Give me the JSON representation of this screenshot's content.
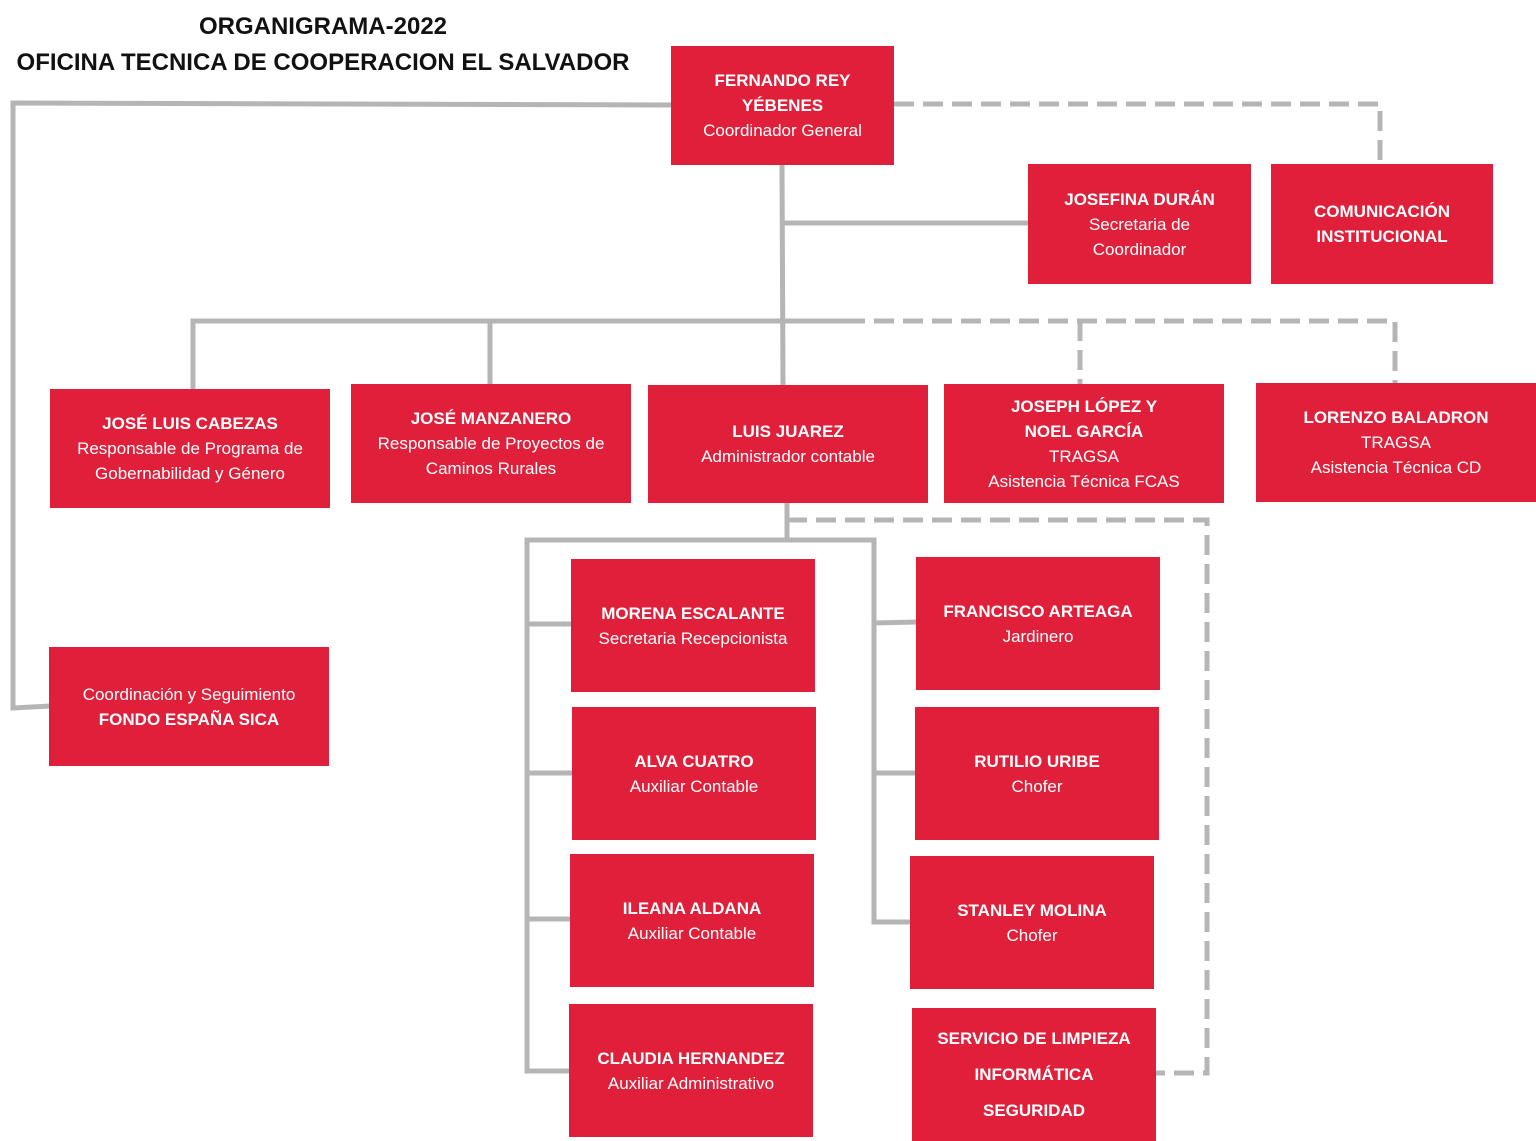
{
  "title": {
    "line1": "ORGANIGRAMA-2022",
    "line2": "OFICINA TECNICA DE COOPERACION EL SALVADOR"
  },
  "colors": {
    "box_fill": "#e0203a",
    "box_text": "#ffffff",
    "connector": "#b5b5b5"
  },
  "nodes": {
    "coordinator": {
      "name": "FERNANDO REY YÉBENES",
      "role": "Coordinador General"
    },
    "secretary": {
      "name": "JOSEFINA DURÁN",
      "role": "Secretaria de Coordinador"
    },
    "communication": {
      "name": "COMUNICACIÓN INSTITUCIONAL"
    },
    "cabezas": {
      "name": "JOSÉ LUIS CABEZAS",
      "role": "Responsable de Programa de Gobernabilidad y Género"
    },
    "manzanero": {
      "name": "JOSÉ MANZANERO",
      "role": "Responsable de Proyectos de Caminos Rurales"
    },
    "juarez": {
      "name": "LUIS JUAREZ",
      "role": "Administrador contable"
    },
    "lopez_garcia": {
      "name": "JOSEPH LÓPEZ Y NOEL GARCÍA",
      "org": "TRAGSA",
      "role": "Asistencia Técnica FCAS"
    },
    "baladron": {
      "name": "LORENZO BALADRON",
      "org": "TRAGSA",
      "role": "Asistencia Técnica CD"
    },
    "fondo": {
      "role": "Coordinación y Seguimiento",
      "name": "FONDO ESPAÑA SICA"
    },
    "escalante": {
      "name": "MORENA ESCALANTE",
      "role": "Secretaria Recepcionista"
    },
    "cuatro": {
      "name": "ALVA CUATRO",
      "role": "Auxiliar Contable"
    },
    "aldana": {
      "name": "ILEANA ALDANA",
      "role": "Auxiliar Contable"
    },
    "hernandez": {
      "name": "CLAUDIA HERNANDEZ",
      "role": "Auxiliar Administrativo"
    },
    "arteaga": {
      "name": "FRANCISCO ARTEAGA",
      "role": "Jardinero"
    },
    "uribe": {
      "name": "RUTILIO URIBE",
      "role": "Chofer"
    },
    "molina": {
      "name": "STANLEY MOLINA",
      "role": "Chofer"
    },
    "services": {
      "line1": "SERVICIO DE LIMPIEZA",
      "line2": "INFORMÁTICA",
      "line3": "SEGURIDAD"
    }
  }
}
